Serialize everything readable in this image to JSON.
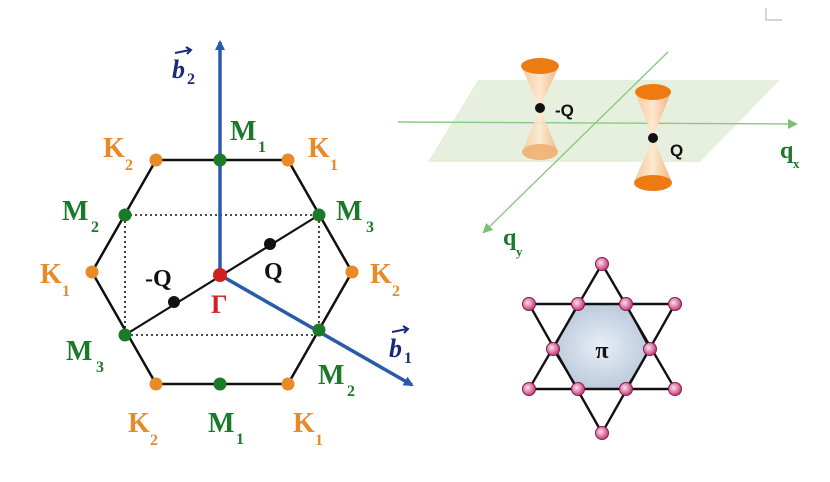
{
  "colors": {
    "orange": "#e8892a",
    "green": "#1a7a2a",
    "red": "#d02020",
    "blue": "#2a5aa8",
    "navy": "#1a2a7a",
    "plane": "#e4eedc",
    "pink": "#c43c7a"
  },
  "bz": {
    "b1": "b",
    "b1_sub": "1",
    "b2": "b",
    "b2_sub": "2",
    "gamma": "Γ",
    "q": "Q",
    "minus_q": "-Q",
    "k1": "K",
    "k1_sub": "1",
    "k2": "K",
    "k2_sub": "2",
    "m1": "M",
    "m1_sub": "1",
    "m2": "M",
    "m2_sub": "2",
    "m3": "M",
    "m3_sub": "3"
  },
  "cones": {
    "minus_q": "-Q",
    "q": "Q",
    "qx": "q",
    "qx_sub": "x",
    "qy": "q",
    "qy_sub": "y"
  },
  "kagome": {
    "center": "π"
  }
}
